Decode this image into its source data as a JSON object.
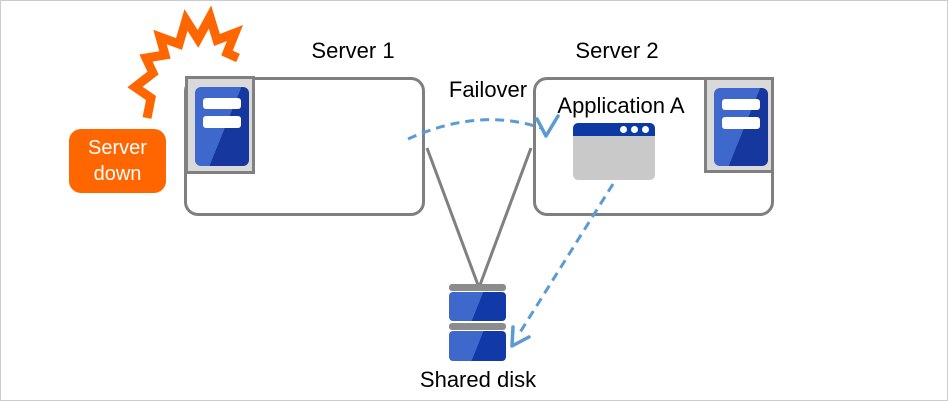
{
  "labels": {
    "server1": "Server 1",
    "server2": "Server 2",
    "failover": "Failover",
    "application": "Application A",
    "shared_disk": "Shared disk"
  },
  "callout": {
    "line1": "Server",
    "line2": "down"
  },
  "colors": {
    "accent_orange": "#ff6600",
    "box_border_gray": "#7f7f7f",
    "icon_frame_fill": "#d9d9d9",
    "icon_frame_border": "#808080",
    "server_blue_light": "#3e68cc",
    "server_blue_dark": "#16389e",
    "app_titlebar_blue": "#0c3aa4",
    "app_body_gray": "#c9c9c9",
    "disk_bar_gray": "#8c8c8c",
    "connector_gray": "#808080",
    "arrow_blue": "#5b9bd5",
    "label_color": "#000000",
    "callout_text": "#ffffff"
  }
}
